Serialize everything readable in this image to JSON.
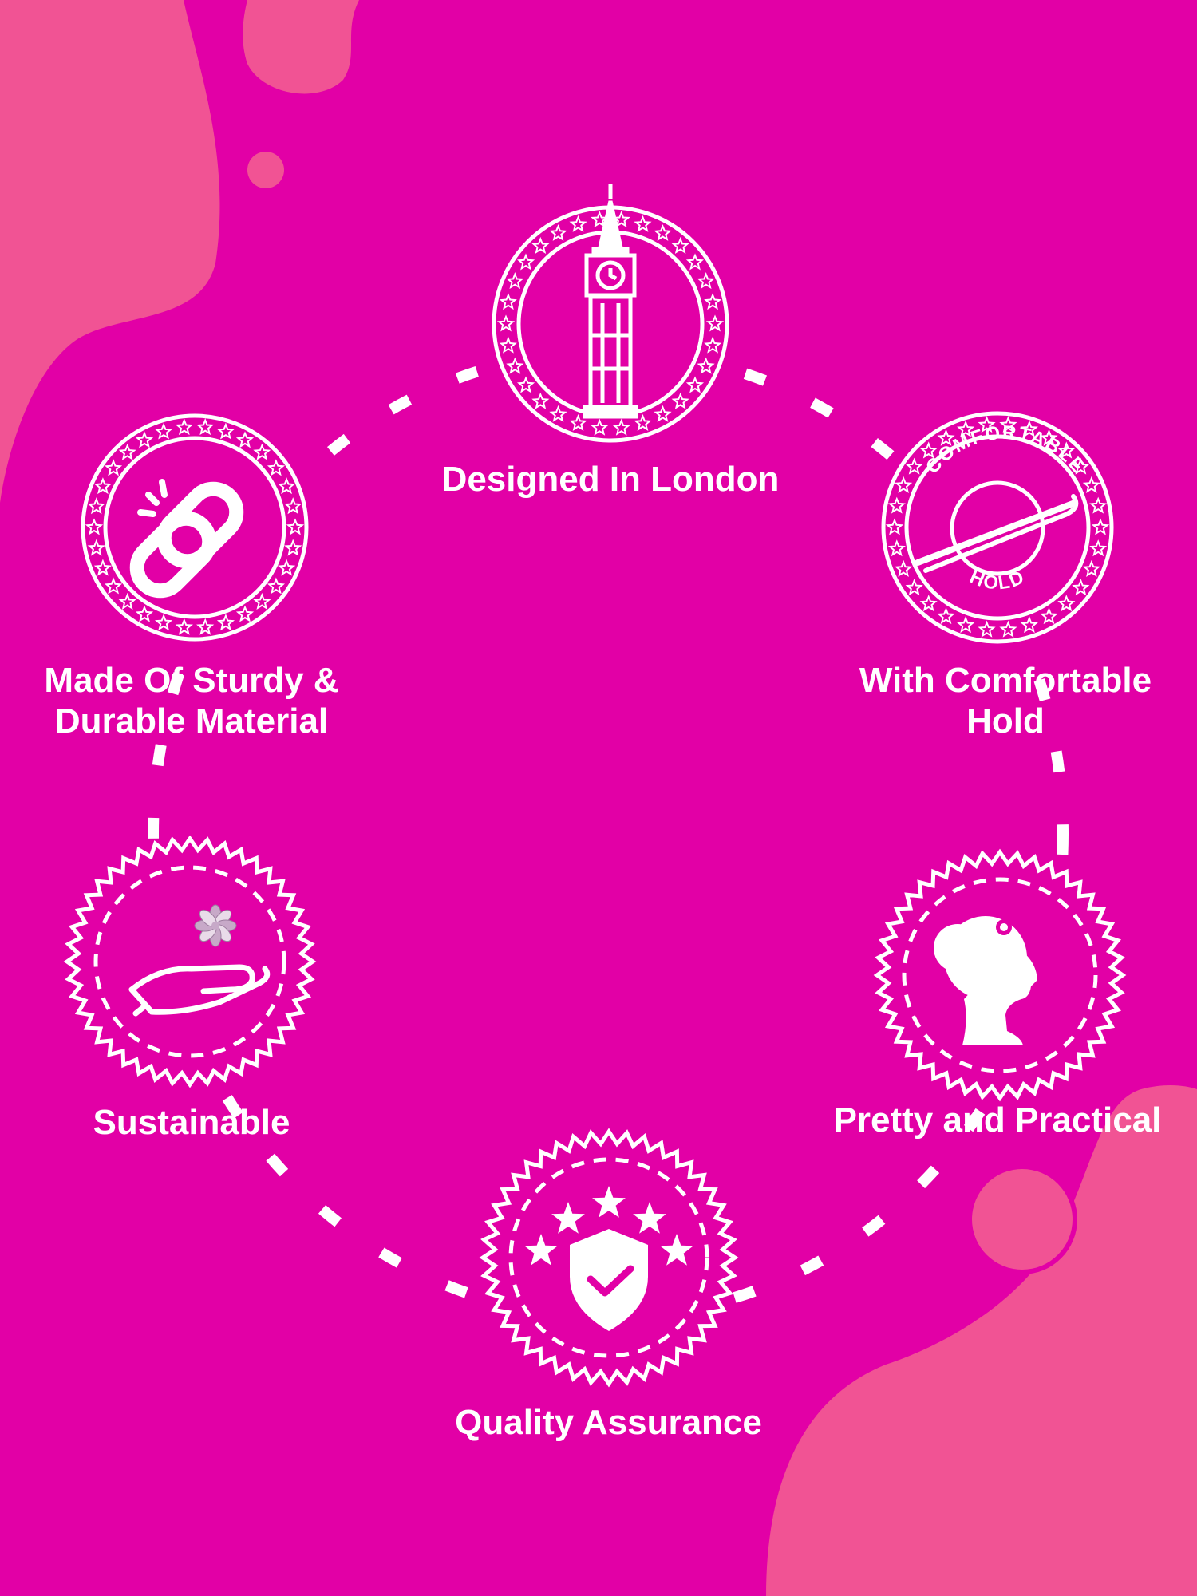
{
  "colors": {
    "background": "#e200a6",
    "blob": "#f15394",
    "foreground": "#ffffff"
  },
  "features": [
    {
      "id": "london",
      "lines": [
        "Designed In London"
      ],
      "icon": "big-ben-tower-icon"
    },
    {
      "id": "sturdy",
      "lines": [
        "Made Of Sturdy &",
        "Durable Material"
      ],
      "icon": "chain-link-icon"
    },
    {
      "id": "comfortable",
      "lines": [
        "With Comfortable",
        "Hold"
      ],
      "icon": "hair-pin-icon",
      "badge_text": {
        "top": "COMFORTABLE",
        "bottom": "HOLD"
      }
    },
    {
      "id": "sustainable",
      "lines": [
        "Sustainable"
      ],
      "icon": "hand-with-flower-icon"
    },
    {
      "id": "pretty",
      "lines": [
        "Pretty and Practical"
      ],
      "icon": "woman-silhouette-icon"
    },
    {
      "id": "quality",
      "lines": [
        "Quality Assurance"
      ],
      "icon": "shield-check-stars-icon"
    }
  ]
}
